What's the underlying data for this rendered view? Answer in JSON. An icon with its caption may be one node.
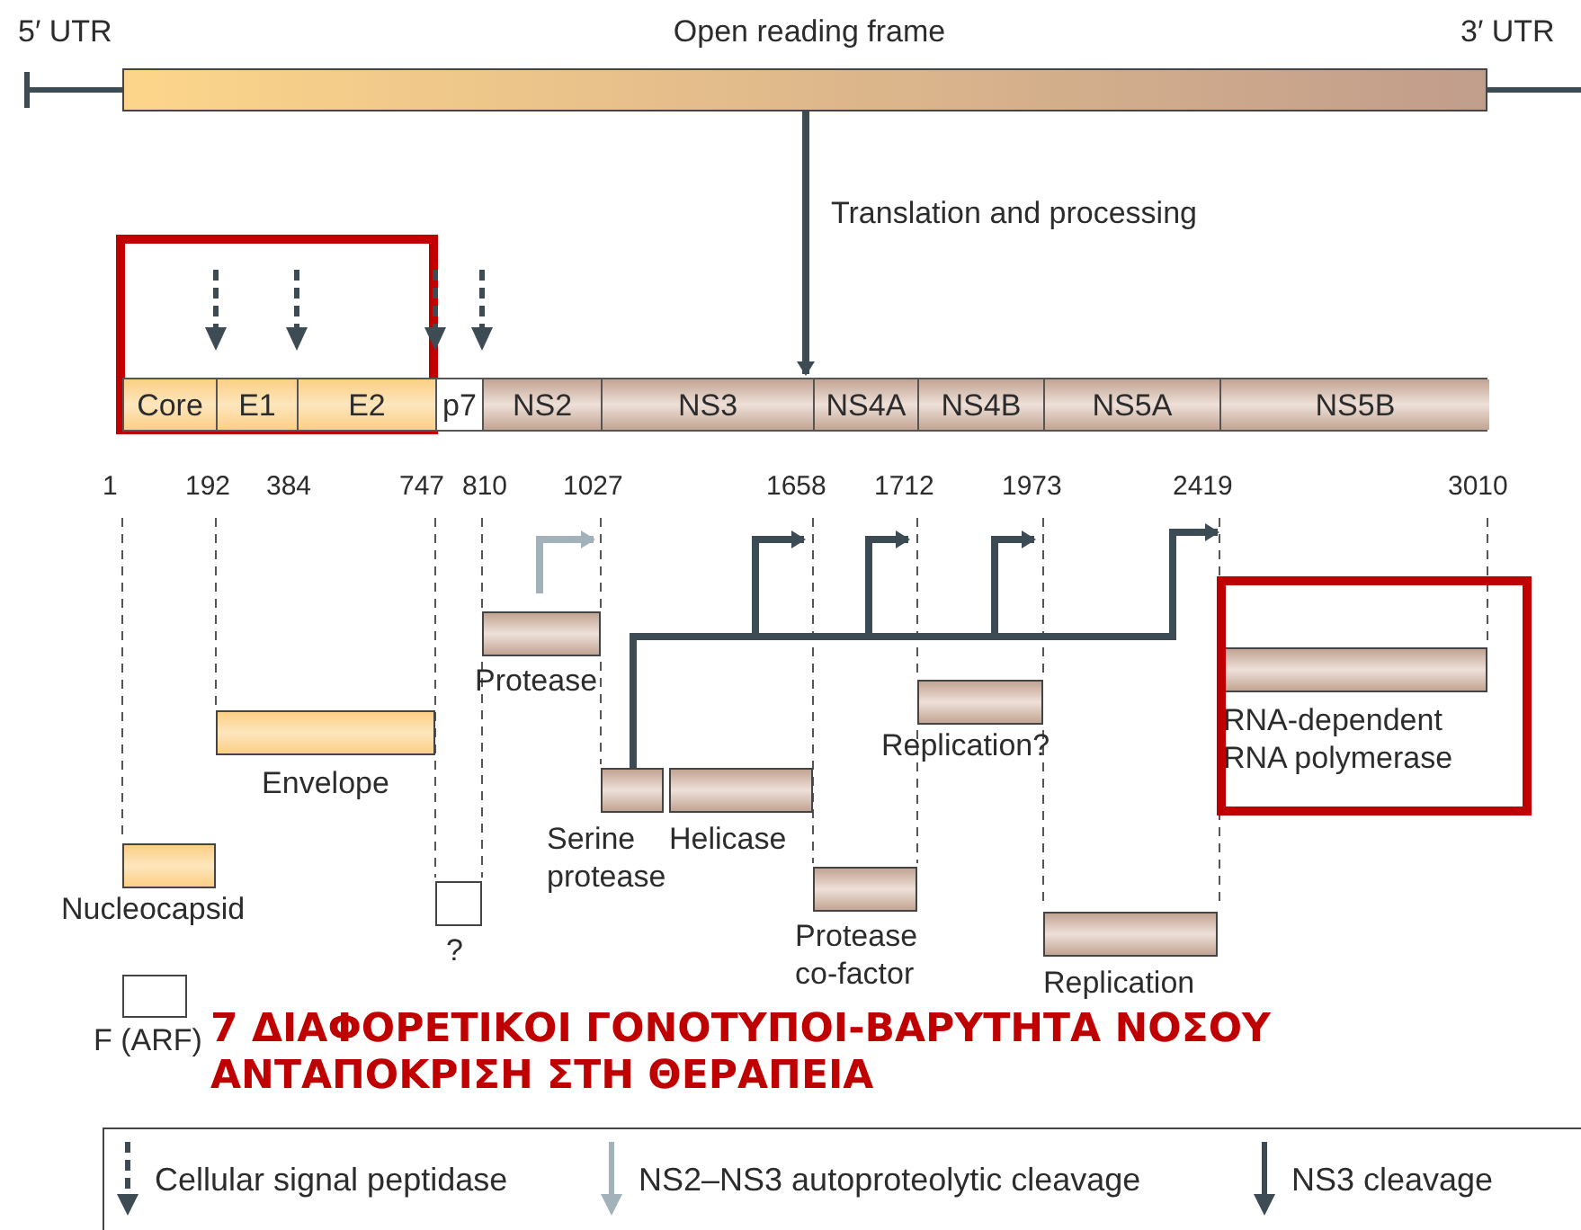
{
  "diagram": {
    "nodes": [
      {
        "text": [
          "Open reading frame"
        ]
      },
      {
        "text": [],
        "shape": "bar"
      },
      {
        "text": [
          "Core"
        ],
        "in": 1
      },
      {
        "text": [
          "E1"
        ],
        "in": 1
      },
      {
        "text": [
          "E2"
        ],
        "in": 1
      },
      {
        "text": [
          "p7"
        ],
        "in": 1
      },
      {
        "text": [
          "NS2"
        ],
        "in": 1
      },
      {
        "text": [
          "NS3"
        ],
        "in": 1
      },
      {
        "text": [
          "NS4A"
        ],
        "in": 1
      },
      {
        "text": [
          "NS4B"
        ],
        "in": 1
      },
      {
        "text": [
          "NS5A"
        ],
        "in": 1
      },
      {
        "text": [
          "NS5B"
        ],
        "in": 1
      },
      {
        "text": [
          "Protease"
        ]
      },
      {
        "text": [
          "Envelope"
        ]
      },
      {
        "text": [
          "Serine protease"
        ]
      },
      {
        "text": [
          "Helicase"
        ]
      },
      {
        "text": [
          "Replication?"
        ]
      },
      {
        "text": [
          "RNA-dependent RNA polymerase"
        ]
      },
      {
        "text": [
          "Nucleocapsid"
        ]
      },
      {
        "text": [
          "?"
        ]
      },
      {
        "text": [
          "Protease co-factor"
        ]
      },
      {
        "text": [
          "Replication"
        ]
      },
      {
        "text": [
          "F (ARF)"
        ]
      }
    ],
    "edges": [
      {
        "from": 0,
        "to": 1,
        "arrow": "to",
        "label": "Translation and processing"
      },
      {
        "from": 12,
        "to": null,
        "arrow": "to",
        "color": "#a3b1ba"
      },
      {
        "from": 14,
        "to": null,
        "arrow": "to"
      },
      {
        "from": 14,
        "to": null,
        "arrow": "to"
      },
      {
        "from": 14,
        "to": null,
        "arrow": "to"
      },
      {
        "from": 14,
        "to": 17,
        "arrow": "to"
      }
    ],
    "labels": [
      "5′ UTR",
      "3′ UTR",
      "1",
      "192",
      "384",
      "747",
      "810",
      "1027",
      "1658",
      "1712",
      "1973",
      "2419",
      "3010",
      "7 ΔΙΑΦΟΡΕΤΙΚΟΙ ΓΟΝΟΤΥΠΟΙ-ΒΑΡΥΤΗΤΑ ΝΟΣΟΥ ΑΝΤΑΠΟΚΡΙΣΗ ΣΤΗ ΘΕΡΑΠΕΙΑ"
    ],
    "legend": [
      {
        "text": "Cellular signal peptidase"
      },
      {
        "text": "NS2–NS3 autoproteolytic cleavage"
      },
      {
        "text": "NS3 cleavage"
      }
    ]
  }
}
